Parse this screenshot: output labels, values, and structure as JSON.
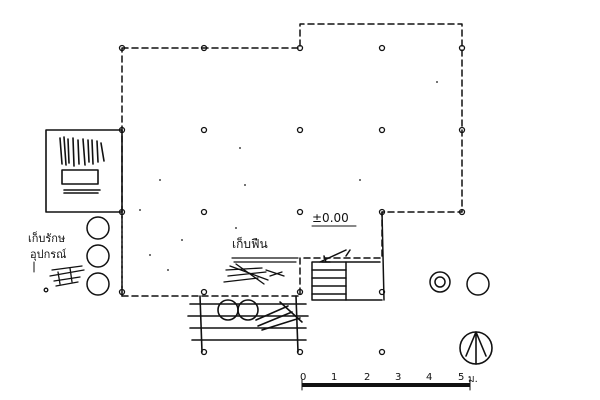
{
  "labels": {
    "storage": [
      "เก็บรักษ",
      "อุปกรณ์"
    ],
    "floor_storage": "เก็บฟืน",
    "level": "±0.00"
  },
  "scale_bar": {
    "ticks": [
      "0",
      "1",
      "2",
      "3",
      "4",
      "5"
    ],
    "unit": "ม."
  },
  "north_arrow": {
    "icon": "north-arrow-icon"
  },
  "colors": {
    "ink": "#111111",
    "paper": "#ffffff"
  }
}
